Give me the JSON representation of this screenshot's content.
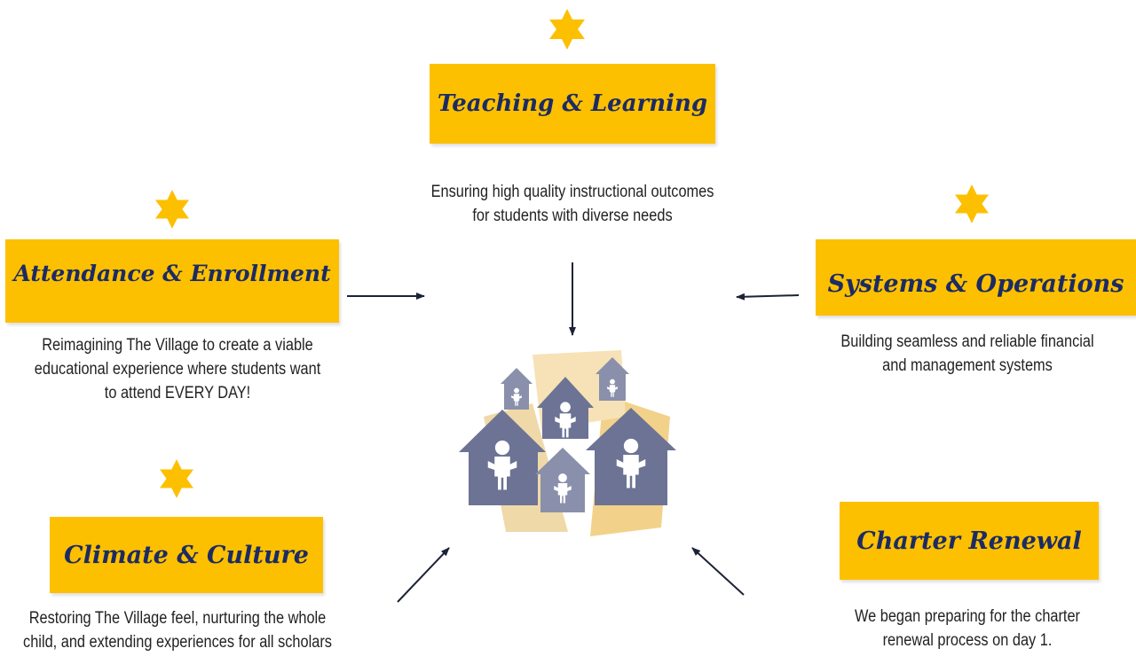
{
  "colors": {
    "box": "#fcc000",
    "title": "#1c2b63",
    "star": "#fcc000",
    "arrow": "#1c2336",
    "house": "#6c7395"
  },
  "center_icon": "village-houses-icon",
  "nodes": {
    "teaching": {
      "title": "Teaching & Learning",
      "desc": [
        "Ensuring high quality instructional outcomes",
        "for students with diverse needs"
      ]
    },
    "attendance": {
      "title": "Attendance & Enrollment",
      "desc": [
        "Reimagining The Village to create a viable",
        "educational experience where students want",
        "to attend EVERY DAY!"
      ]
    },
    "systems": {
      "title": "Systems & Operations",
      "desc": [
        "Building seamless and reliable financial",
        "and management systems"
      ]
    },
    "climate": {
      "title": "Climate & Culture",
      "desc": [
        "Restoring The Village feel, nurturing the whole",
        "child, and extending experiences for all scholars"
      ]
    },
    "charter": {
      "title": "Charter Renewal",
      "desc": [
        "We began preparing for the charter",
        "renewal process on day 1."
      ]
    }
  }
}
